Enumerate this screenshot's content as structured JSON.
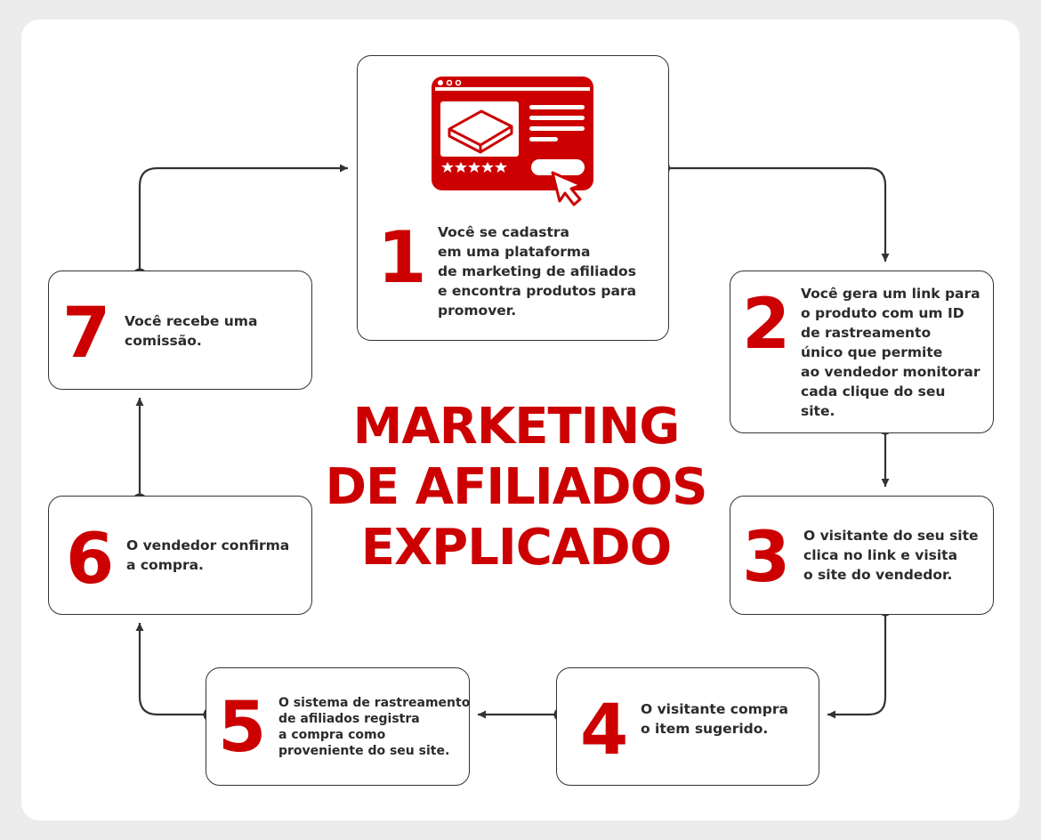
{
  "title": {
    "lines": [
      "MARKETING",
      "DE AFILIADOS",
      "EXPLICADO"
    ]
  },
  "colors": {
    "accent": "#cc0000",
    "text": "#2b2b2b",
    "stroke": "#333333",
    "page_background": "#ececec",
    "card_background": "#ffffff"
  },
  "steps": [
    {
      "number": "1",
      "text": "Você se cadastra\nem uma plataforma\nde marketing de afiliados\ne encontra produtos para\npromover.",
      "icon": "browser-product-page-click-icon"
    },
    {
      "number": "2",
      "text": "Você gera um link para\no produto com um ID\nde rastreamento\núnico que permite\nao vendedor monitorar\ncada clique do seu\nsite."
    },
    {
      "number": "3",
      "text": "O visitante do seu site\nclica no link e visita\no site do vendedor."
    },
    {
      "number": "4",
      "text": " O visitante compra\no item sugerido."
    },
    {
      "number": "5",
      "text": "O sistema de rastreamento\nde afiliados registra\na compra como\nproveniente do seu site."
    },
    {
      "number": "6",
      "text": "O vendedor confirma\na compra."
    },
    {
      "number": "7",
      "text": "Você recebe uma\ncomissão."
    }
  ]
}
